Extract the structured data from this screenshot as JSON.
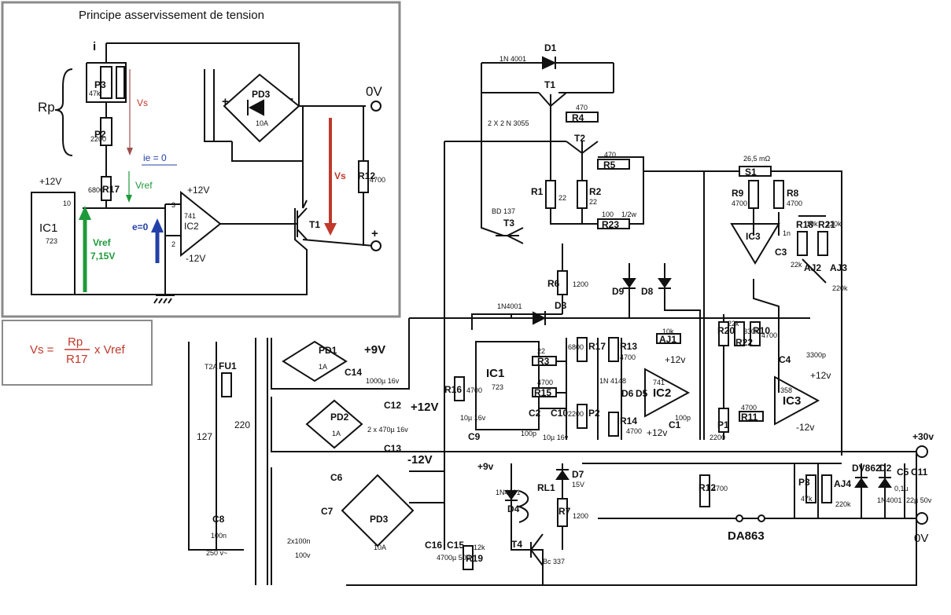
{
  "inset": {
    "title": "Principe asservissement de tension",
    "rp_label": "Rp",
    "current_i": "i",
    "p3": "P3",
    "p3_value": "47k",
    "p2": "P2",
    "p2_value": "2200",
    "r17": "R17",
    "r17_value": "6800",
    "vs_arrow_label": "Vs",
    "ie_label": "ie = 0",
    "vref_small": "Vref",
    "ic1": "IC1",
    "ic1_model": "723",
    "ic1_supply": "+12V",
    "ic1_pin": "10",
    "vref_big": "Vref",
    "vref_value": "7,15V",
    "e_label": "e=0",
    "ic2": "IC2",
    "ic2_model": "741",
    "ic2_pos_supply": "+12V",
    "ic2_neg_supply": "-12V",
    "ic2_pin_plus": "3",
    "ic2_pin_minus": "2",
    "pd3": "PD3",
    "pd3_rating": "10A",
    "bridge_plus": "+",
    "bridge_minus": "-",
    "out_0v": "0V",
    "out_plus": "+",
    "vs_out": "Vs",
    "r12": "R12",
    "r12_value": "4700",
    "t1": "T1"
  },
  "formula": {
    "lhs": "Vs =",
    "numerator": "Rp",
    "denominator": "R17",
    "tail": "x Vref"
  },
  "schematic": {
    "d1": "D1",
    "d1_part": "1N 4001",
    "t1": "T1",
    "t1_part": "2 X 2 N 3055",
    "r4": "R4",
    "r4_value": "470",
    "t2": "T2",
    "r5": "R5",
    "r5_value": "470",
    "r1": "R1",
    "r1_value": "22",
    "r2": "R2",
    "r2_value": "22",
    "t3": "T3",
    "t3_part": "BD 137",
    "r23": "R23",
    "r23_value": "100",
    "r23_power": "1/2w",
    "s1": "S1",
    "s1_value": "26,5 mΩ",
    "r9": "R9",
    "r9_value": "4700",
    "r8": "R8",
    "r8_value": "4700",
    "ic3_top": "IC3",
    "r18": "R18",
    "r18_value": "10k",
    "r21": "R21",
    "r21_value": "120k",
    "c3": "C3",
    "c3_value": "1n",
    "aj2": "AJ2",
    "aj2_value": "22k",
    "aj3": "AJ3",
    "aj3_value": "220k",
    "r6": "R6",
    "r6_value": "1200",
    "d9": "D9",
    "d8": "D8",
    "d3": "D3",
    "d3_part": "1N4001",
    "ic1": "IC1",
    "ic1_model": "723",
    "r3": "R3",
    "r3_value": "22",
    "r15": "R15",
    "r15_value": "4700",
    "r16": "R16",
    "r16_value": "4700",
    "c2": "C2",
    "c2_value": "100p",
    "c9": "C9",
    "c9_value": "10µ 16v",
    "c10": "C10",
    "c10_value": "10µ 16v",
    "r17": "R17",
    "r17_value": "6800",
    "p2": "P2",
    "p2_value": "2200",
    "r13": "R13",
    "r13_value": "4700",
    "r14": "R14",
    "r14_value": "4700",
    "d6": "D6",
    "d5": "D5",
    "d_part": "1N 4148",
    "aj1": "AJ1",
    "aj1_value": "10k",
    "ic2": "IC2",
    "ic2_model": "741",
    "c1": "C1",
    "c1_value": "100p",
    "plus12_a": "+12v",
    "plus12_b": "+12v",
    "minus12_a": "-12v",
    "r20": "R20",
    "r20_value": "22k",
    "r22": "R22",
    "r22_value": "330k",
    "r10": "R10",
    "r10_value": "4700",
    "c4": "C4",
    "c4_value": "3300p",
    "ic3": "IC3",
    "ic3_model": "358",
    "p1": "P1",
    "p1_value": "2200",
    "r11": "R11",
    "r11_value": "4700",
    "r12": "R12",
    "r12_value": "4700",
    "fu1": "FU1",
    "fu1_value": "T2A",
    "mains_127": "127",
    "mains_220": "220",
    "c8": "C8",
    "c8_value": "100n",
    "c8_rating": "250 v~",
    "pd1": "PD1",
    "pd1_rating": "1A",
    "c14": "C14",
    "c14_value": "1000µ 16v",
    "plus9": "+9V",
    "pd2": "PD2",
    "pd2_rating": "1A",
    "c12": "C12",
    "c13": "C13",
    "c12_value": "2 x 470µ 16v",
    "plus12v": "+12V",
    "minus12v": "-12V",
    "c6": "C6",
    "c7": "C7",
    "c67_value": "2x100n",
    "c67_rating": "100v",
    "pd3": "PD3",
    "pd3_rating": "10A",
    "c16": "C16",
    "c15": "C15",
    "c1516_value": "4700µ 50v",
    "r19": "R19",
    "r19_value": "12k",
    "plus9b": "+9v",
    "rl1": "RL1",
    "d4": "D4",
    "d4_part": "1N4001",
    "d7": "D7",
    "d7_value": "15V",
    "r7": "R7",
    "r7_value": "1200",
    "t4": "T4",
    "t4_part": "Bc 337",
    "p3": "P3",
    "p3_value": "47k",
    "aj4": "AJ4",
    "aj4_value": "220k",
    "dv862": "DV862",
    "d2": "D2",
    "d2_part": "1N4001",
    "c5": "C5",
    "c5_value": "0,1µ",
    "c11": "C11",
    "c11_value": "22µ 50v",
    "da863": "DA863",
    "out_plus": "+30v",
    "out_0v": "0V"
  },
  "colors": {
    "wire": "#111111",
    "inset_border": "#8a8a8a",
    "red_label": "#c0392b",
    "green_label": "#1e9a3a",
    "blue_label": "#2340a8",
    "brown_arrow": "#a05050"
  }
}
